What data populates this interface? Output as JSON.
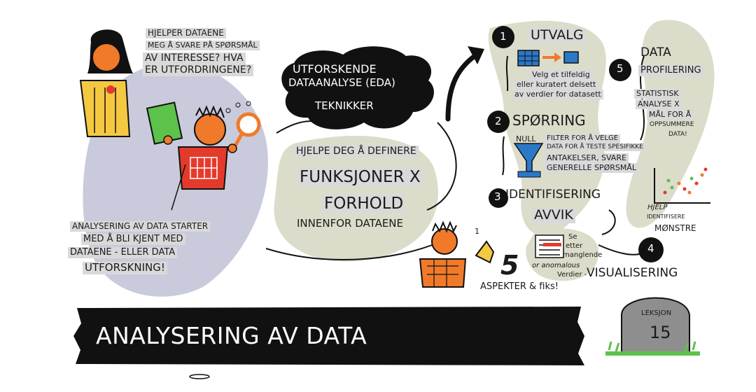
{
  "title": "ANALYSERING AV DATA",
  "lesson": {
    "label": "LEKSJON",
    "number": "15"
  },
  "intro_question": [
    "HJELPER DATAENE",
    "MEG Å SVARE PÅ SPØRSMÅL",
    "AV INTERESSE? HVA",
    "ER UTFORDRINGENE?"
  ],
  "eda_cloud": [
    "UTFORSKENDE",
    "DATAANALYSE (EDA)",
    "TEKNIKKER"
  ],
  "define": {
    "lead": "HJELPE DEG Å DEFINERE",
    "line1": "FUNKSJONER X",
    "line2": "FORHOLD",
    "line3": "INNENFOR DATAENE"
  },
  "start_note": [
    "ANALYSERING AV DATA STARTER",
    "MED Å BLI KJENT MED",
    "DATAENE - ELLER DATA",
    "UTFORSKNING!"
  ],
  "steps": [
    {
      "num": "1",
      "title": "UTVALG",
      "desc": [
        "Velg et tilfeldig",
        "eller kuratert delsett",
        "av verdier for datasett"
      ]
    },
    {
      "num": "2",
      "title": "SPØRRING",
      "desc": [
        "FILTER FOR Å VELGE",
        "DATA FOR Å TESTE SPESIFIKKE",
        "ANTAKELSER, SVARE",
        "GENERELLE SPØRSMÅL"
      ],
      "icon_label": "NULL"
    },
    {
      "num": "3",
      "title": "IDENTIFISERING",
      "subtitle": "AVVIK",
      "desc": [
        "Se",
        "etter",
        "manglende",
        "or anomalous",
        "Verdier -"
      ]
    },
    {
      "num": "4",
      "title": "VISUALISERING",
      "desc": [
        "HJELP",
        "IDENTIFISERE",
        "MØNSTRE"
      ]
    },
    {
      "num": "5",
      "title": "DATA",
      "subtitle": "PROFILERING",
      "desc": [
        "STATISTISK",
        "ANALYSE X",
        "MÅL FOR Å",
        "OPPSUMMERE",
        "DATA!"
      ]
    }
  ],
  "aspects": {
    "number": "5",
    "label": "ASPEKTER & fiks!",
    "bubble": "1"
  },
  "colors": {
    "blob_lavender": "#c9cbdc",
    "blob_beige": "#dcdccb",
    "cloud": "#111111",
    "banner": "#111111",
    "orange": "#f07a2a",
    "yellow": "#f5c842",
    "red": "#e43a2b",
    "green": "#5cc24a",
    "blue": "#2b78c7",
    "tombstone": "#8e8e8e"
  }
}
